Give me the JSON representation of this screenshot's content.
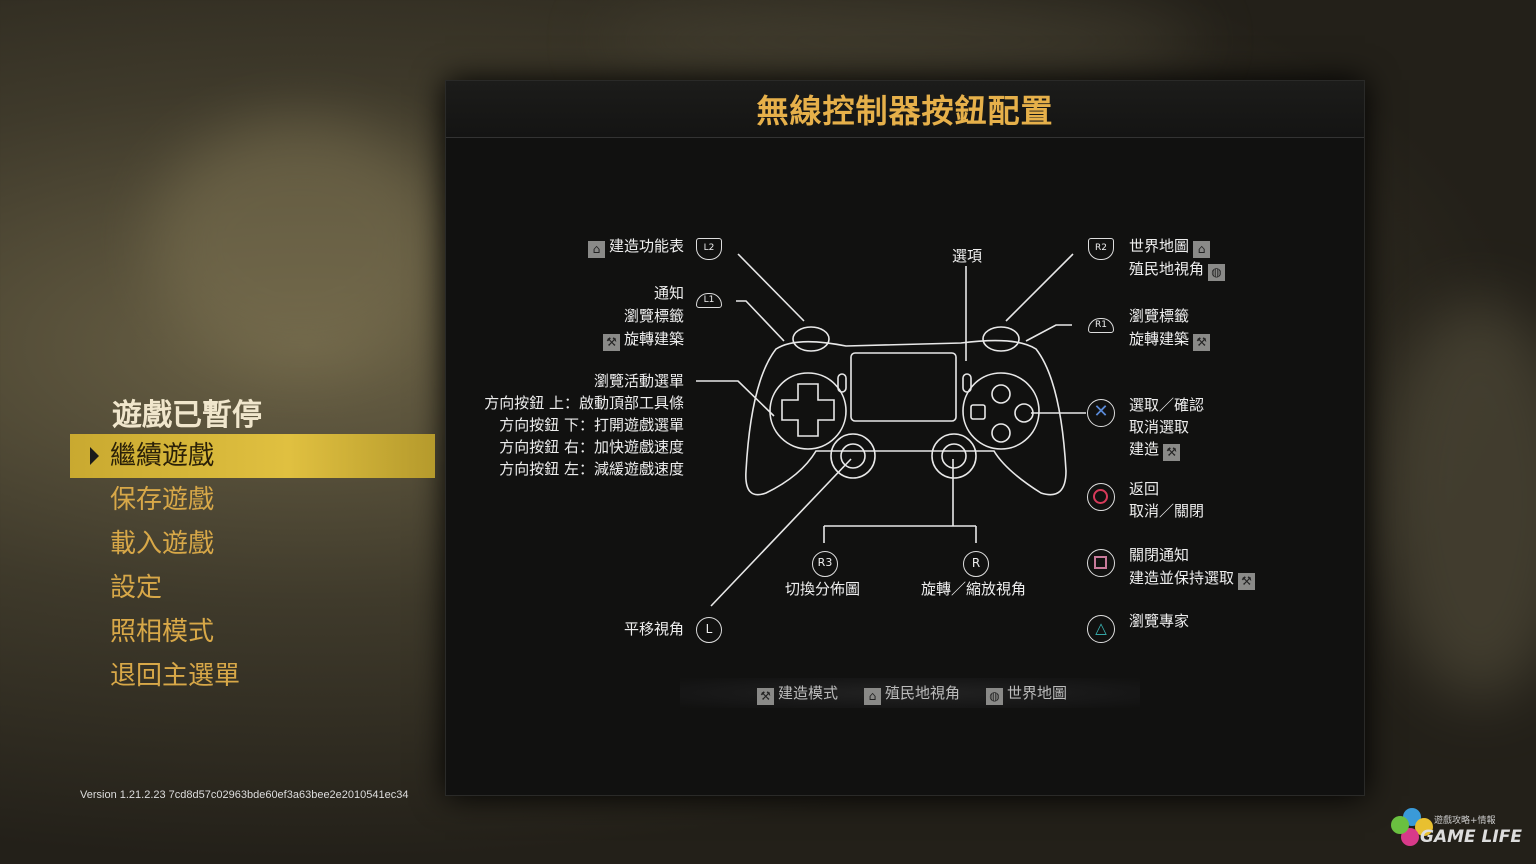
{
  "panel": {
    "title": "無線控制器按鈕配置"
  },
  "pause_menu": {
    "title": "遊戲已暫停",
    "items": [
      {
        "label": "繼續遊戲",
        "selected": true
      },
      {
        "label": "保存遊戲"
      },
      {
        "label": "載入遊戲"
      },
      {
        "label": "設定"
      },
      {
        "label": "照相模式"
      },
      {
        "label": "退回主選單"
      }
    ]
  },
  "version": "Version 1.21.2.23 7cd8d57c02963bde60ef3a63bee2e2010541ec34",
  "buttons": {
    "l2": "L2",
    "l1": "L1",
    "r2": "R2",
    "r1": "R1",
    "r3": "R3",
    "r": "R",
    "l": "L"
  },
  "left": {
    "l2": "建造功能表",
    "l1": [
      "通知",
      "瀏覽標籤",
      "旋轉建築"
    ],
    "dpad": [
      "瀏覽活動選單",
      "方向按鈕 上：啟動頂部工具條",
      "方向按鈕 下：打開遊戲選單",
      "方向按鈕 右：加快遊戲速度",
      "方向按鈕 左：減緩遊戲速度"
    ],
    "l_stick": "平移視角"
  },
  "center": {
    "options": "選項",
    "r3": "切換分佈圖",
    "r_stick": "旋轉／縮放視角"
  },
  "right": {
    "r2": [
      "世界地圖",
      "殖民地視角"
    ],
    "r1": [
      "瀏覽標籤",
      "旋轉建築"
    ],
    "cross": [
      "選取／確認",
      "取消選取",
      "建造"
    ],
    "circle": [
      "返回",
      "取消／關閉"
    ],
    "square": [
      "關閉通知",
      "建造並保持選取"
    ],
    "triangle": [
      "瀏覽專家"
    ]
  },
  "legend": {
    "build": "建造模式",
    "colony": "殖民地視角",
    "world": "世界地圖"
  },
  "logo": {
    "text": "GAME LIFE",
    "subtitle": "遊戲攻略+情報"
  },
  "colors": {
    "title": "#e6b04a",
    "menu": "#d8a848",
    "cross": "#5a8ad8",
    "circle": "#d83a5a",
    "square": "#c87a9a",
    "triangle": "#3ab8b8"
  }
}
